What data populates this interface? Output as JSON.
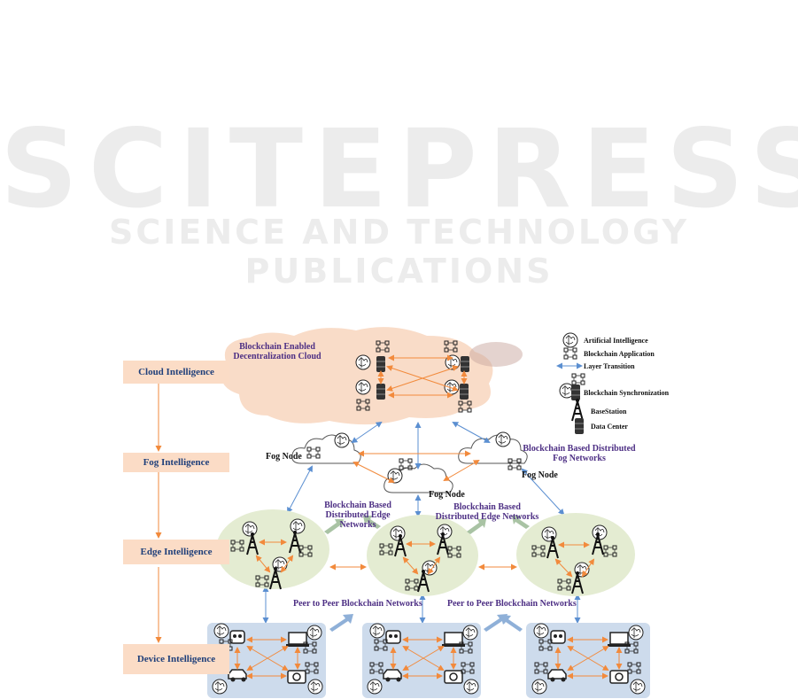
{
  "watermark": {
    "title": "SCITEPRESS",
    "subtitle": "SCIENCE AND TECHNOLOGY PUBLICATIONS"
  },
  "layers": [
    "Cloud Intelligence",
    "Fog Intelligence",
    "Edge Intelligence",
    "Device Intelligence"
  ],
  "labels": {
    "cloud": "Blockchain Enabled Decentralization Cloud",
    "fog_node": "Fog Node",
    "fog_networks": "Blockchain Based Distributed Fog Networks",
    "edge_networks": "Blockchain Based Distributed Edge Networks",
    "p2p": "Peer to Peer Blockchain Networks"
  },
  "legend": [
    "Artificial Intelligence",
    "Blockchain Application",
    "Layer Transition",
    "Blockchain Synchronization",
    "BaseStation",
    "Data Center"
  ],
  "colors": {
    "layer_box": "#fbdcc6",
    "cloud": "#f9dcc8",
    "edge": "#e4ecd2",
    "device": "#cddbec",
    "orange_arrow": "#f28a3c",
    "blue_arrow": "#5b8fd1",
    "green_arrow": "#a9c3a4"
  }
}
